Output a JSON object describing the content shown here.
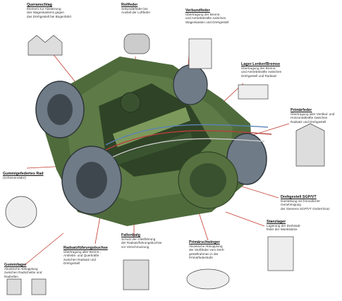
{
  "labels": {
    "queranschlag": {
      "title": "Queranschlag",
      "desc": "Element zur Abstützung\ndes Wagenkastens gegen\ndas Drehgestell bei Bogenfahrt"
    },
    "rollfeder": {
      "title": "Rollfeder",
      "desc": "Sekundärfeder bei\nAusfall der Luftfeder"
    },
    "verbundfeder": {
      "title": "Verbundfeder",
      "desc": "Übertragung der Brems-\nund Antriebskräfte zwischen\nWagenkasten und Drehgestell"
    },
    "lenker": {
      "title": "Lager Lenker/Bremse",
      "desc": "Übertragung der Brems-\nund Antriebskräfte zwischen\nDrehgestell und Radsatz"
    },
    "primaerfeder": {
      "title": "Primärfeder",
      "desc": "Übertragung aller Vertikal- und\nHorizontalkräfte zwischen\nRadsatz und Drehgestell"
    },
    "gummirad": {
      "title": "Gummigefedertes Rad",
      "desc": "(Schienenräder)"
    },
    "drehgestell": {
      "title": "Drehgestell SGP/VT",
      "desc": "Darstellung mit freundlicher Genehmigung\nder Siemens SGP/VT GmbH/Graz"
    },
    "stanaleger": {
      "title": "Stanzlager",
      "desc": "Lagerung der Drehstab-\nfeder der Wankstütze"
    },
    "radsatz": {
      "title": "Radsatzführungsbuchse",
      "desc": "Übertragung aller Brems-,\nAntriebs- und Querkräfte\nzwischen Radsatz und\nDrehgestell"
    },
    "faltenbalg": {
      "title": "Faltenbalg",
      "desc": "Schutz der Gleitführung\nder Radsatzführungsbuchse\nvor Verschmutzung"
    },
    "gummilager": {
      "title": "Gummilager",
      "desc": "Akustische Abkopplung\nzwischen Radscheibe und\nRadreifen"
    },
    "primaerschwinger": {
      "title": "Primärschwinger",
      "desc": "Akustische Abkopplung\nder Stoßfeder vom Dreh-\ngestellrahmen in der\nPrimärfederstufe"
    }
  },
  "colors": {
    "frame": "#4f6b3c",
    "frame_dark": "#2f4426",
    "frame_light": "#7d9a5c",
    "wheel": "#6f7b86",
    "leader": "#c23b2d",
    "pipe_blue": "#5a83b8",
    "pipe_red": "#b8403a"
  }
}
